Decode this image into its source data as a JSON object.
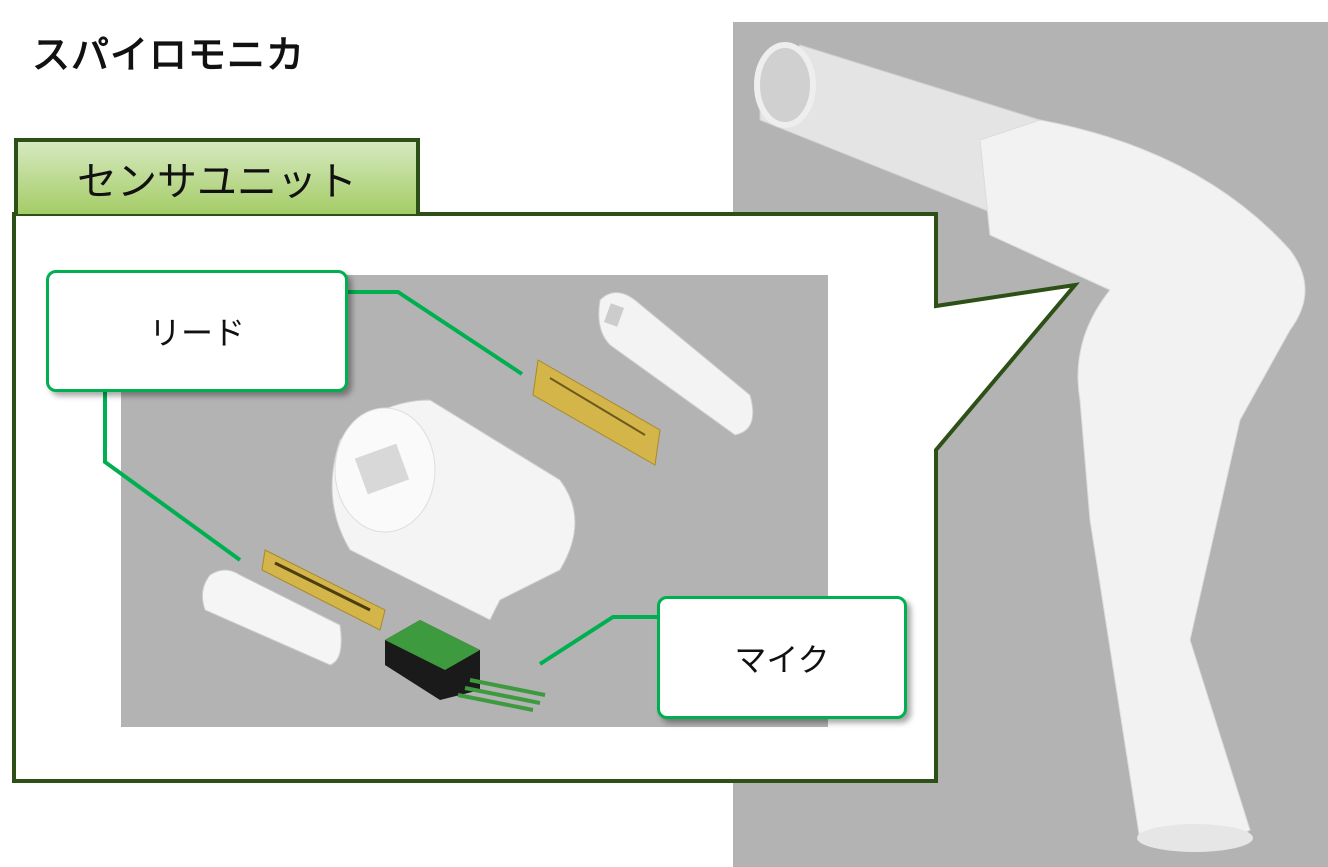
{
  "title": "スパイロモニカ",
  "sensor_unit": {
    "tab_label": "センサユニット",
    "labels": {
      "lead": "リード",
      "mic": "マイク"
    }
  },
  "colors": {
    "frame": "#2d5016",
    "connector": "#00b050",
    "photo_bg": "#b3b3b3",
    "tab_top": "#d6e9c0",
    "tab_bottom": "#a4cc66"
  }
}
